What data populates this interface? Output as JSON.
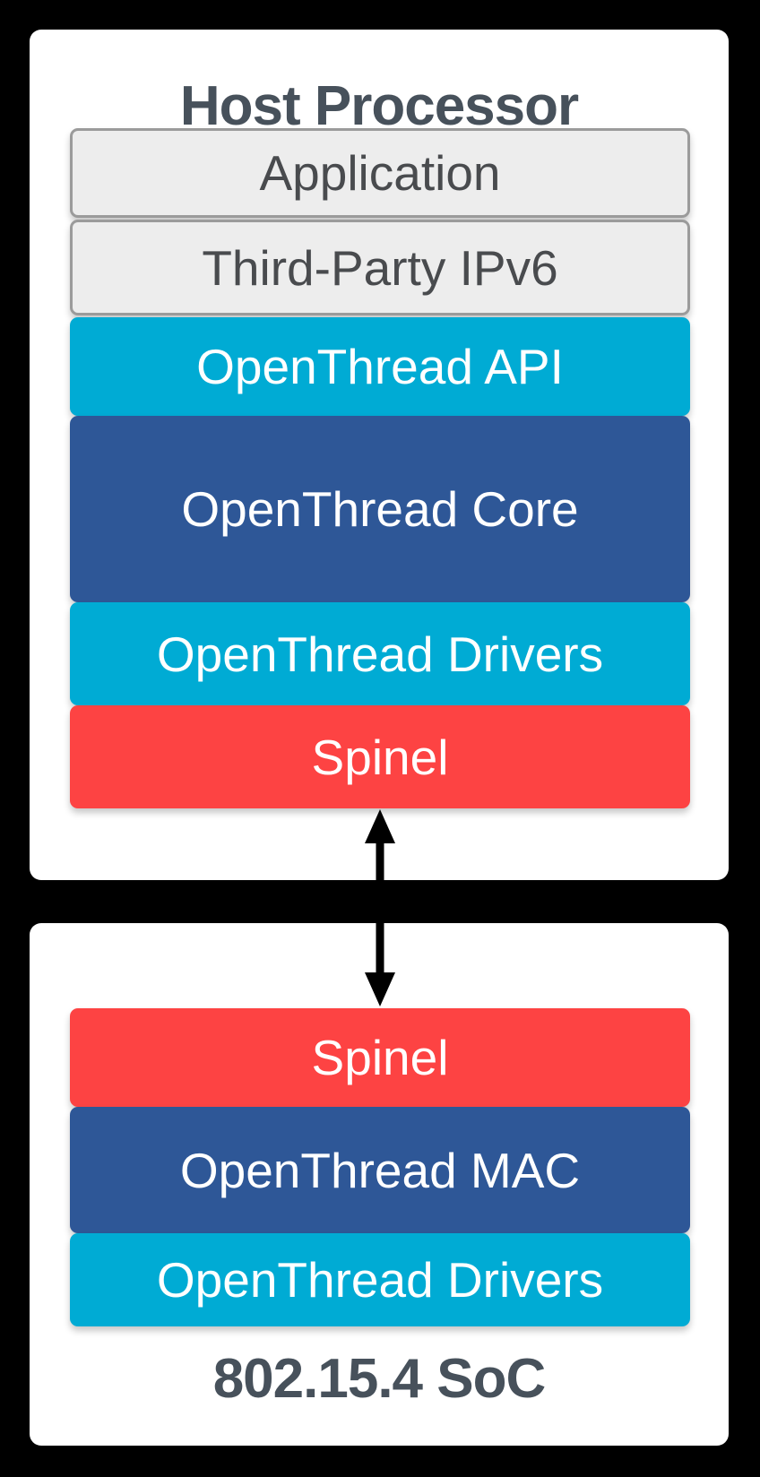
{
  "diagram": {
    "host_box": {
      "title": "Host Processor",
      "layers": [
        {
          "label": "Application"
        },
        {
          "label": "Third-Party IPv6"
        },
        {
          "label": "OpenThread API"
        },
        {
          "label": "OpenThread Core"
        },
        {
          "label": "OpenThread Drivers"
        },
        {
          "label": "Spinel"
        }
      ]
    },
    "soc_box": {
      "title": "802.15.4 SoC",
      "layers": [
        {
          "label": "Spinel"
        },
        {
          "label": "OpenThread MAC"
        },
        {
          "label": "OpenThread Drivers"
        }
      ]
    },
    "connector": {
      "icon": "double-headed-vertical-arrow"
    },
    "colors": {
      "background": "#000000",
      "panel": "#FFFFFF",
      "external_layer_fill": "#EDEDED",
      "external_layer_border": "#9B9B9B",
      "cyan_layer": "#00ABD4",
      "blue_layer": "#2E5797",
      "red_layer": "#FD4343",
      "title_text": "#47515B",
      "external_layer_text": "#494B4E",
      "colored_layer_text": "#FFFFFF",
      "arrow": "#000000"
    }
  }
}
